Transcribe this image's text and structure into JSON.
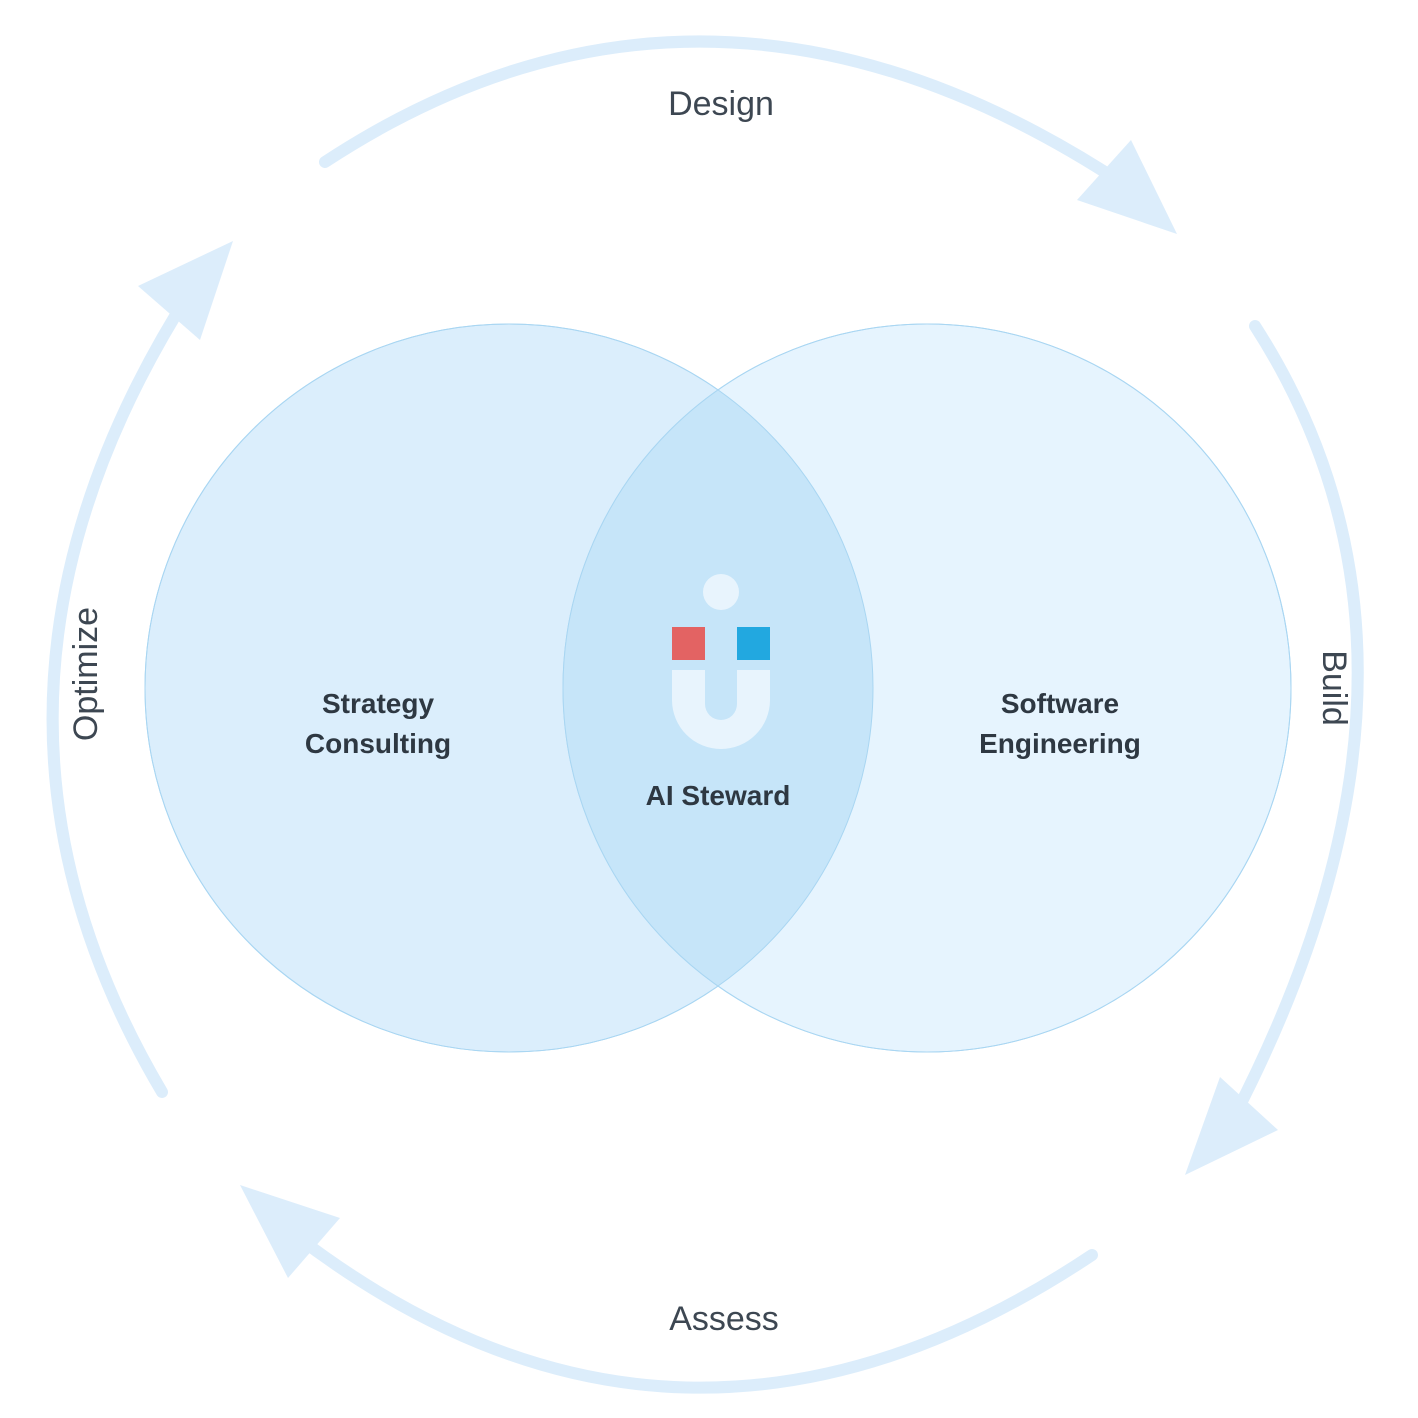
{
  "cycle": {
    "design": "Design",
    "build": "Build",
    "assess": "Assess",
    "optimize": "Optimize"
  },
  "venn": {
    "left": {
      "line1": "Strategy",
      "line2": "Consulting"
    },
    "right": {
      "line1": "Software",
      "line2": "Engineering"
    },
    "center": "AI Steward"
  },
  "logo": {
    "icon": "steward-logo-icon"
  },
  "colors": {
    "arrow": "#dcedfb",
    "circle_left": "#dbeefc",
    "circle_right": "#e6f4fe",
    "overlap": "#c6e5f9",
    "circle_stroke": "#a9d6f2",
    "logo_red": "#e36363",
    "logo_blue": "#22a8e0",
    "logo_body": "#e8f4fd"
  }
}
